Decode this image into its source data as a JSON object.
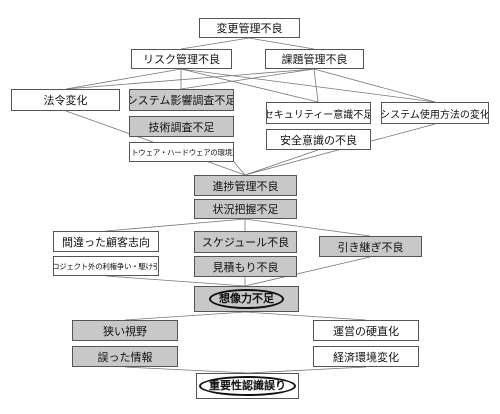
{
  "nodes": {
    "henkou": "変更管理不良",
    "risk": "リスク管理不良",
    "kadai": "課題管理不良",
    "hourei": "法令変化",
    "system_eikyo": "システム影響調査不足",
    "gijutsu": "技術調査不足",
    "software": "ソフトウェア・ハードウェアの環境変化",
    "security": "セキュリティー意識不足",
    "system_shiyou": "システム使用方法の変化",
    "anzen": "安全意識の不良",
    "shinchoku": "進捗管理不良",
    "joukyou": "状況把握不足",
    "machigatta": "間違った顧客志向",
    "project": "プロジェクト外の利権争い・駆け引き",
    "schedule": "スケジュール不良",
    "mitsumori": "見積もり不良",
    "hikitsugi": "引き継ぎ不良",
    "souzou": "想像力不足",
    "semai": "狭い視野",
    "ayamatta": "誤った情報",
    "unei": "運営の硬直化",
    "keizai": "経済環境変化",
    "juuyousei": "重要性認識誤り"
  }
}
